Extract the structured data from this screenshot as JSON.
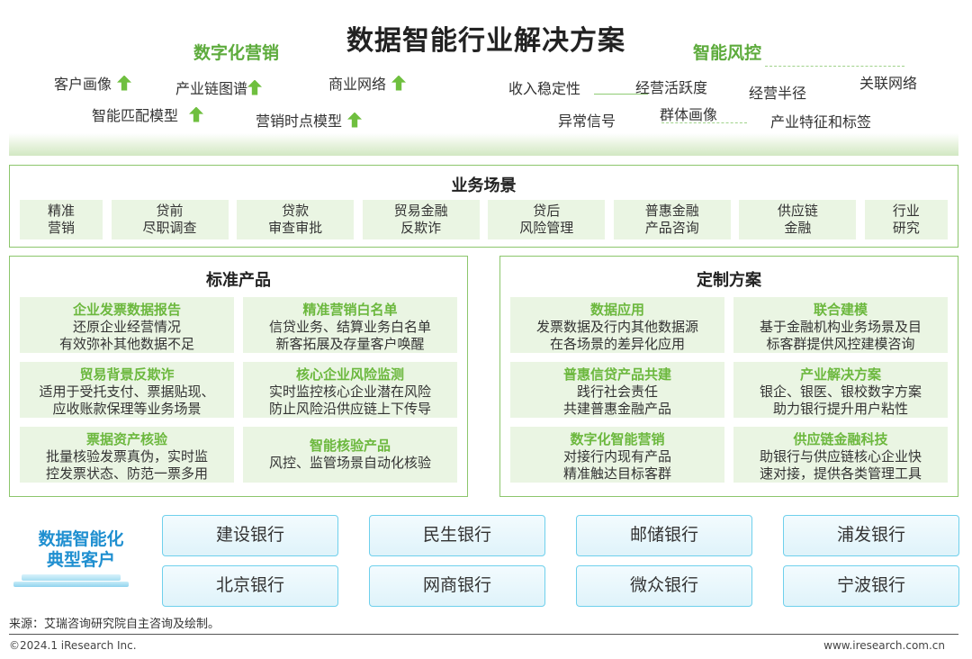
{
  "title": "数据智能行业解决方案",
  "digital_marketing": {
    "title": "数字化营销",
    "items": [
      "客户画像",
      "产业链图谱",
      "商业网络",
      "智能匹配模型",
      "营销时点模型"
    ]
  },
  "smart_risk": {
    "title": "智能风控",
    "items": [
      "收入稳定性",
      "经营活跃度",
      "经营半径",
      "关联网络",
      "异常信号",
      "群体画像",
      "产业特征和标签"
    ]
  },
  "scenarios": {
    "title": "业务场景",
    "items": [
      {
        "l1": "精准",
        "l2": "营销"
      },
      {
        "l1": "贷前",
        "l2": "尽职调查"
      },
      {
        "l1": "贷款",
        "l2": "审查审批"
      },
      {
        "l1": "贸易金融",
        "l2": "反欺诈"
      },
      {
        "l1": "贷后",
        "l2": "风险管理"
      },
      {
        "l1": "普惠金融",
        "l2": "产品咨询"
      },
      {
        "l1": "供应链",
        "l2": "金融"
      },
      {
        "l1": "行业",
        "l2": "研究"
      }
    ]
  },
  "standard_products": {
    "title": "标准产品",
    "cards": [
      {
        "title": "企业发票数据报告",
        "lines": [
          "还原企业经营情况",
          "有效弥补其他数据不足"
        ]
      },
      {
        "title": "精准营销白名单",
        "lines": [
          "信贷业务、结算业务白名单",
          "新客拓展及存量客户唤醒"
        ]
      },
      {
        "title": "贸易背景反欺诈",
        "lines": [
          "适用于受托支付、票据贴现、",
          "应收账款保理等业务场景"
        ]
      },
      {
        "title": "核心企业风险监测",
        "lines": [
          "实时监控核心企业潜在风险",
          "防止风险沿供应链上下传导"
        ]
      },
      {
        "title": "票据资产核验",
        "lines": [
          "批量核验发票真伪，实时监",
          "控发票状态、防范一票多用"
        ]
      },
      {
        "title": "智能核验产品",
        "lines": [
          "风控、监管场景自动化核验"
        ]
      }
    ]
  },
  "custom_solutions": {
    "title": "定制方案",
    "cards": [
      {
        "title": "数据应用",
        "lines": [
          "发票数据及行内其他数据源",
          "在各场景的差异化应用"
        ]
      },
      {
        "title": "联合建模",
        "lines": [
          "基于金融机构业务场景及目",
          "标客群提供风控建模咨询"
        ]
      },
      {
        "title": "普惠信贷产品共建",
        "lines": [
          "践行社会责任",
          "共建普惠金融产品"
        ]
      },
      {
        "title": "产业解决方案",
        "lines": [
          "银企、银医、银校数字方案",
          "助力银行提升用户粘性"
        ]
      },
      {
        "title": "数字化智能营销",
        "lines": [
          "对接行内现有产品",
          "精准触达目标客群"
        ]
      },
      {
        "title": "供应链金融科技",
        "lines": [
          "助银行与供应链核心企业快",
          "速对接，提供各类管理工具"
        ]
      }
    ]
  },
  "customers": {
    "label_l1": "数据智能化",
    "label_l2": "典型客户",
    "banks": [
      "建设银行",
      "民生银行",
      "邮储银行",
      "浦发银行",
      "北京银行",
      "网商银行",
      "微众银行",
      "宁波银行"
    ]
  },
  "footer": {
    "source": "来源：艾瑞咨询研究院自主咨询及绘制。",
    "copyright": "©2024.1 iResearch Inc.",
    "website": "www.iresearch.com.cn"
  },
  "colors": {
    "accent_green": "#6cb83e",
    "border_green": "#8cc66c",
    "card_bg": "#eaf5e3",
    "bank_border": "#6fd0ec",
    "customer_label": "#1f8fd0"
  },
  "icons": [
    "up-arrow-icon"
  ]
}
